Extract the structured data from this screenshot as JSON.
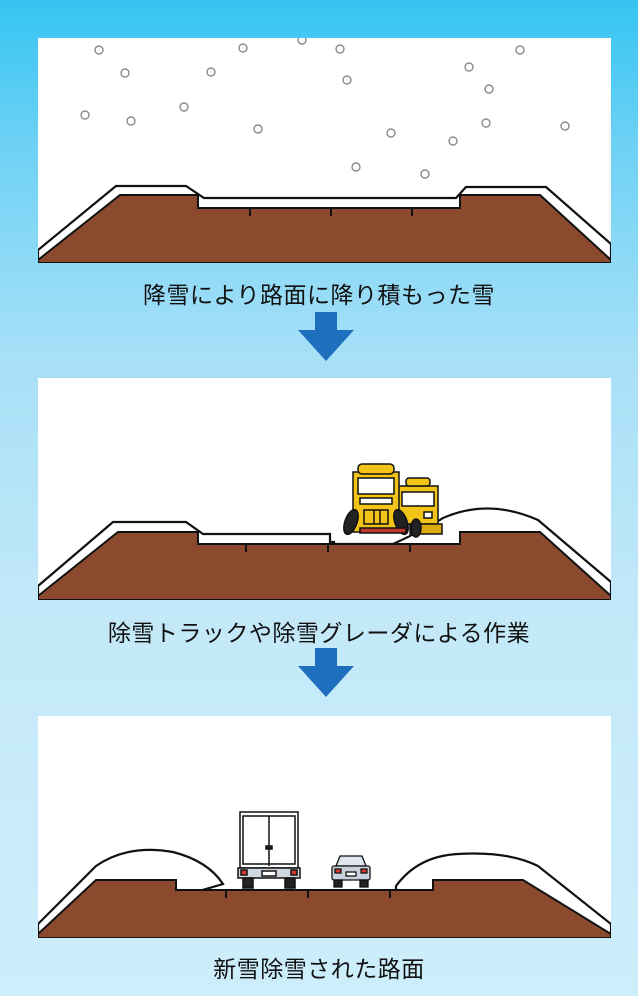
{
  "steps": [
    {
      "caption": "降雪により路面に降り積もった雪"
    },
    {
      "caption": "除雪トラックや除雪グレーダによる作業"
    },
    {
      "caption": "新雪除雪された路面"
    }
  ],
  "colors": {
    "background_top": "#35c4f2",
    "background_bottom": "#cdeefb",
    "road_soil": "#8b4a2e",
    "snow": "#ffffff",
    "arrow": "#1f6fbf",
    "plow_yellow": "#f3c418"
  },
  "icons": [
    "down-arrow-icon",
    "snowflake-icon",
    "snowplow-truck-icon",
    "motor-grader-icon",
    "box-truck-icon",
    "car-icon"
  ]
}
